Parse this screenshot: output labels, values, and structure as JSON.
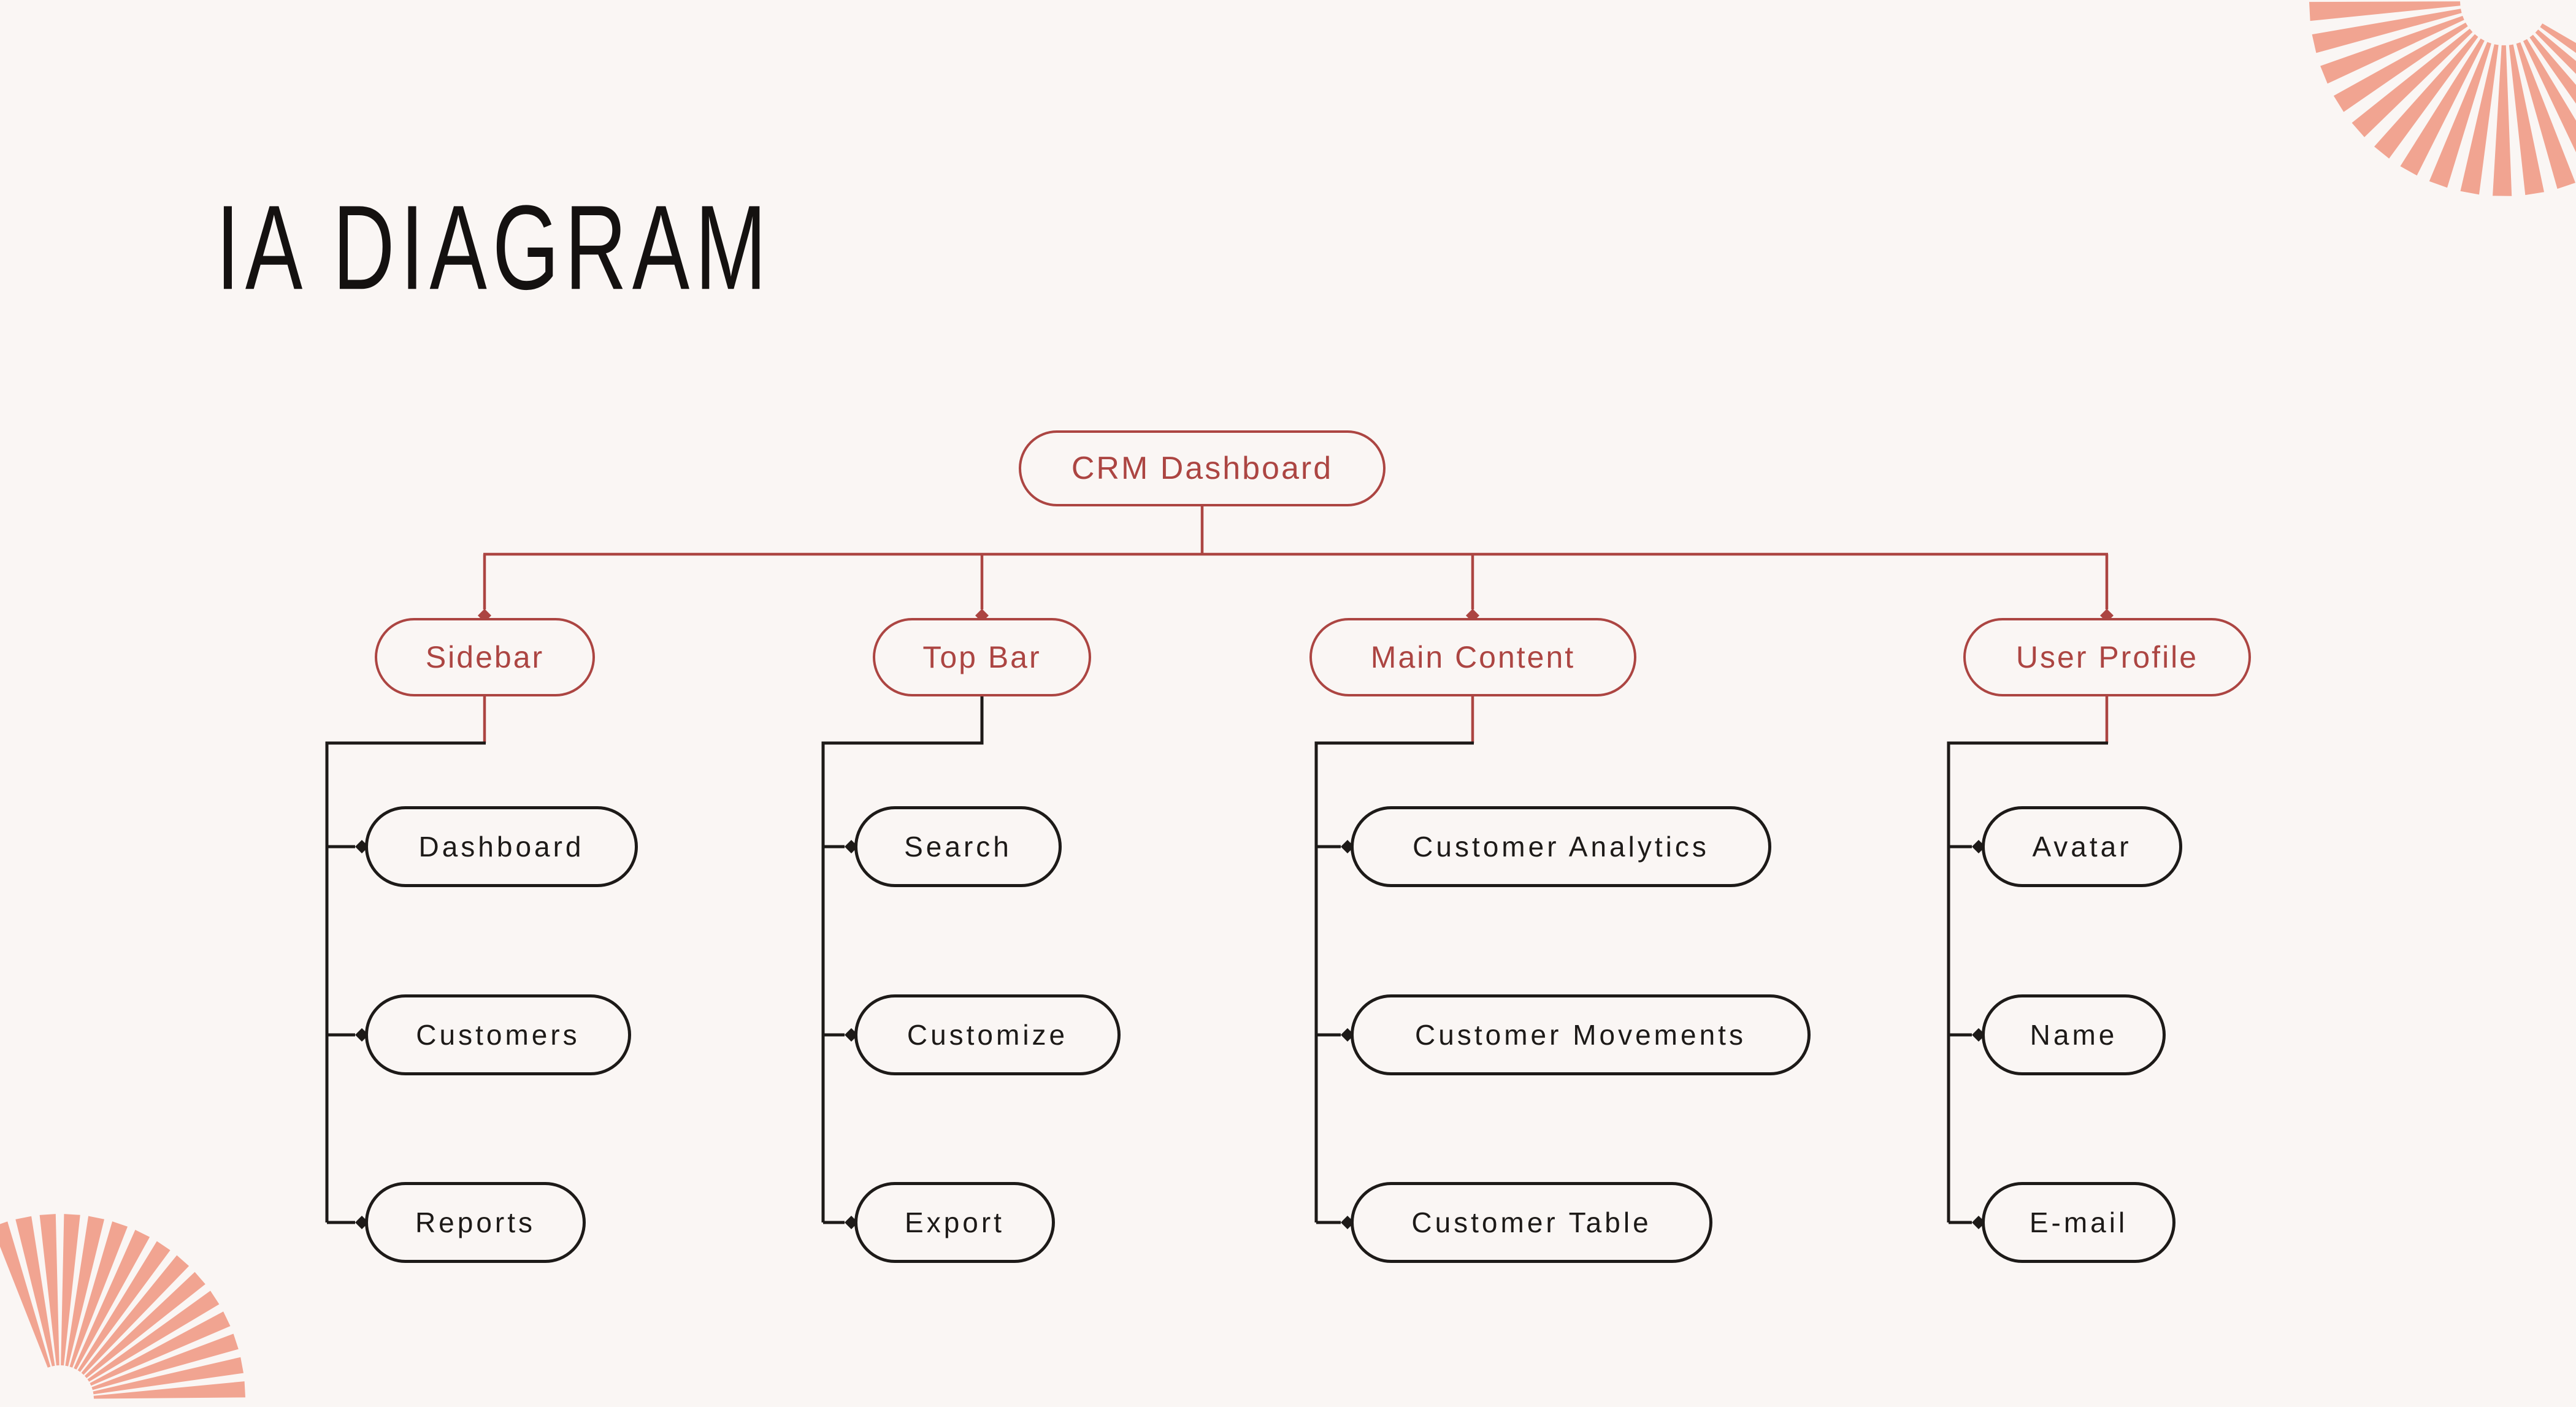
{
  "title": "IA DIAGRAM",
  "tree": {
    "root": {
      "label": "CRM Dashboard"
    },
    "branches": [
      {
        "label": "Sidebar",
        "children": [
          {
            "label": "Dashboard"
          },
          {
            "label": "Customers"
          },
          {
            "label": "Reports"
          }
        ]
      },
      {
        "label": "Top Bar",
        "children": [
          {
            "label": "Search"
          },
          {
            "label": "Customize"
          },
          {
            "label": "Export"
          }
        ]
      },
      {
        "label": "Main Content",
        "children": [
          {
            "label": "Customer Analytics"
          },
          {
            "label": "Customer Movements"
          },
          {
            "label": "Customer Table"
          }
        ]
      },
      {
        "label": "User Profile",
        "children": [
          {
            "label": "Avatar"
          },
          {
            "label": "Name"
          },
          {
            "label": "E-mail"
          }
        ]
      }
    ]
  },
  "colors": {
    "background": "#FAF6F4",
    "accent_red": "#AC4542",
    "ink_black": "#1D1A18",
    "decor_coral": "#F1A491",
    "title_ink": "#141110"
  }
}
